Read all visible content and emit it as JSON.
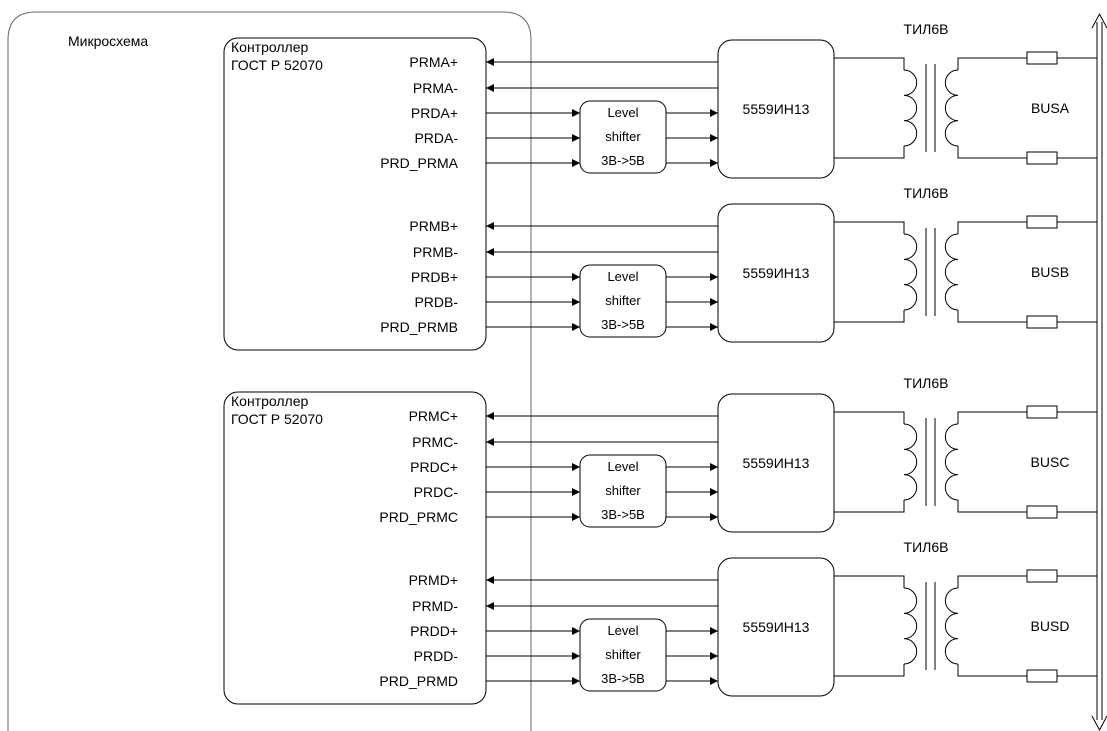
{
  "chip_label": "Микросхема",
  "controllers": [
    {
      "title_line1": "Контроллер",
      "title_line2": "ГОСТ Р 52070",
      "channels": [
        {
          "signals": [
            "PRMA+",
            "PRMA-",
            "PRDA+",
            "PRDA-",
            "PRD_PRMA"
          ],
          "shifter": [
            "Level",
            "shifter",
            "3В->5В"
          ],
          "transceiver": "5559ИН13",
          "transformer": "ТИЛ6В",
          "bus": "BUSA"
        },
        {
          "signals": [
            "PRMB+",
            "PRMB-",
            "PRDB+",
            "PRDB-",
            "PRD_PRMB"
          ],
          "shifter": [
            "Level",
            "shifter",
            "3В->5В"
          ],
          "transceiver": "5559ИН13",
          "transformer": "ТИЛ6В",
          "bus": "BUSB"
        }
      ]
    },
    {
      "title_line1": "Контроллер",
      "title_line2": "ГОСТ Р 52070",
      "channels": [
        {
          "signals": [
            "PRMC+",
            "PRMC-",
            "PRDC+",
            "PRDC-",
            "PRD_PRMC"
          ],
          "shifter": [
            "Level",
            "shifter",
            "3В->5В"
          ],
          "transceiver": "5559ИН13",
          "transformer": "ТИЛ6В",
          "bus": "BUSC"
        },
        {
          "signals": [
            "PRMD+",
            "PRMD-",
            "PRDD+",
            "PRDD-",
            "PRD_PRMD"
          ],
          "shifter": [
            "Level",
            "shifter",
            "3В->5В"
          ],
          "transceiver": "5559ИН13",
          "transformer": "ТИЛ6В",
          "bus": "BUSD"
        }
      ]
    }
  ]
}
